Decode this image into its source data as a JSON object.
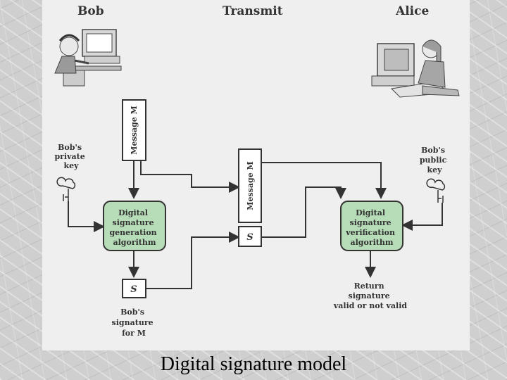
{
  "headers": {
    "left": "Bob",
    "center": "Transmit",
    "right": "Alice"
  },
  "labels": {
    "bob_private_key": [
      "Bob's",
      "private",
      "key"
    ],
    "bob_public_key": [
      "Bob's",
      "public",
      "key"
    ],
    "message_m": "Message M",
    "s": "S",
    "generation_box": [
      "Digital",
      "signature",
      "generation",
      "algorithm"
    ],
    "verification_box": [
      "Digital",
      "signature",
      "verification",
      "algorithm"
    ],
    "bobs_signature": [
      "Bob's",
      "signature",
      "for M"
    ],
    "return_text": [
      "Return",
      "signature",
      "valid or not valid"
    ]
  },
  "caption": "Digital signature model",
  "colors": {
    "process_fill": "#b7ddb8",
    "panel": "#efefef",
    "line": "#333333"
  }
}
